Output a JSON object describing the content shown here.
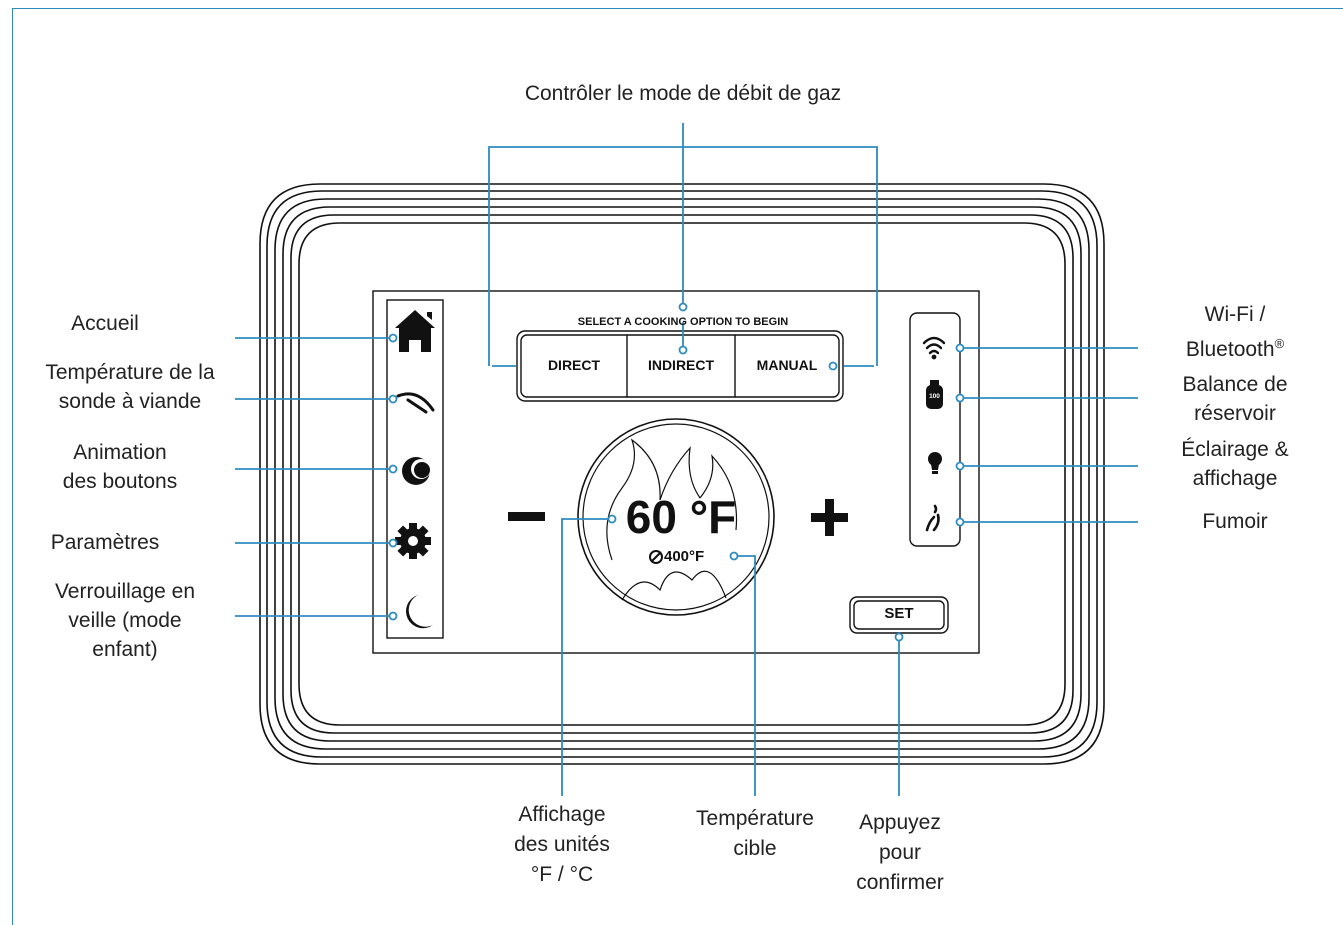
{
  "title": "Contrôler le mode de débit de gaz",
  "device": {
    "prompt": "SELECT A COOKING OPTION TO BEGIN",
    "modes": [
      "DIRECT",
      "INDIRECT",
      "MANUAL"
    ],
    "temperature": "60 °F",
    "target": "400°F",
    "minus": "−",
    "plus": "+",
    "set": "SET",
    "tank_level": "100"
  },
  "left_labels": {
    "home": "Accueil",
    "probe_line1": "Température de la",
    "probe_line2": "sonde à viande",
    "animation_line1": "Animation",
    "animation_line2": "des boutons",
    "settings": "Paramètres",
    "lock_line1": "Verrouillage en",
    "lock_line2": "veille (mode",
    "lock_line3": "enfant)"
  },
  "right_labels": {
    "wifi_line1": "Wi-Fi /",
    "wifi_line2": "Bluetooth",
    "wifi_mark": "®",
    "tank_line1": "Balance de",
    "tank_line2": "réservoir",
    "light_line1": "Éclairage &",
    "light_line2": "affichage",
    "smoker": "Fumoir"
  },
  "bottom_labels": {
    "units_line1": "Affichage",
    "units_line2": "des unités",
    "units_line3": "°F / °C",
    "target_line1": "Température",
    "target_line2": "cible",
    "confirm_line1": "Appuyez",
    "confirm_line2": "pour",
    "confirm_line3": "confirmer"
  },
  "colors": {
    "accent": "#2e8bc0",
    "device": "#111111",
    "text": "#222222"
  },
  "icons": [
    "home-icon",
    "meat-probe-icon",
    "animation-icon",
    "gear-icon",
    "moon-icon",
    "wifi-icon",
    "propane-tank-icon",
    "bulb-icon",
    "flame-icon",
    "flame-background",
    "target-icon"
  ]
}
